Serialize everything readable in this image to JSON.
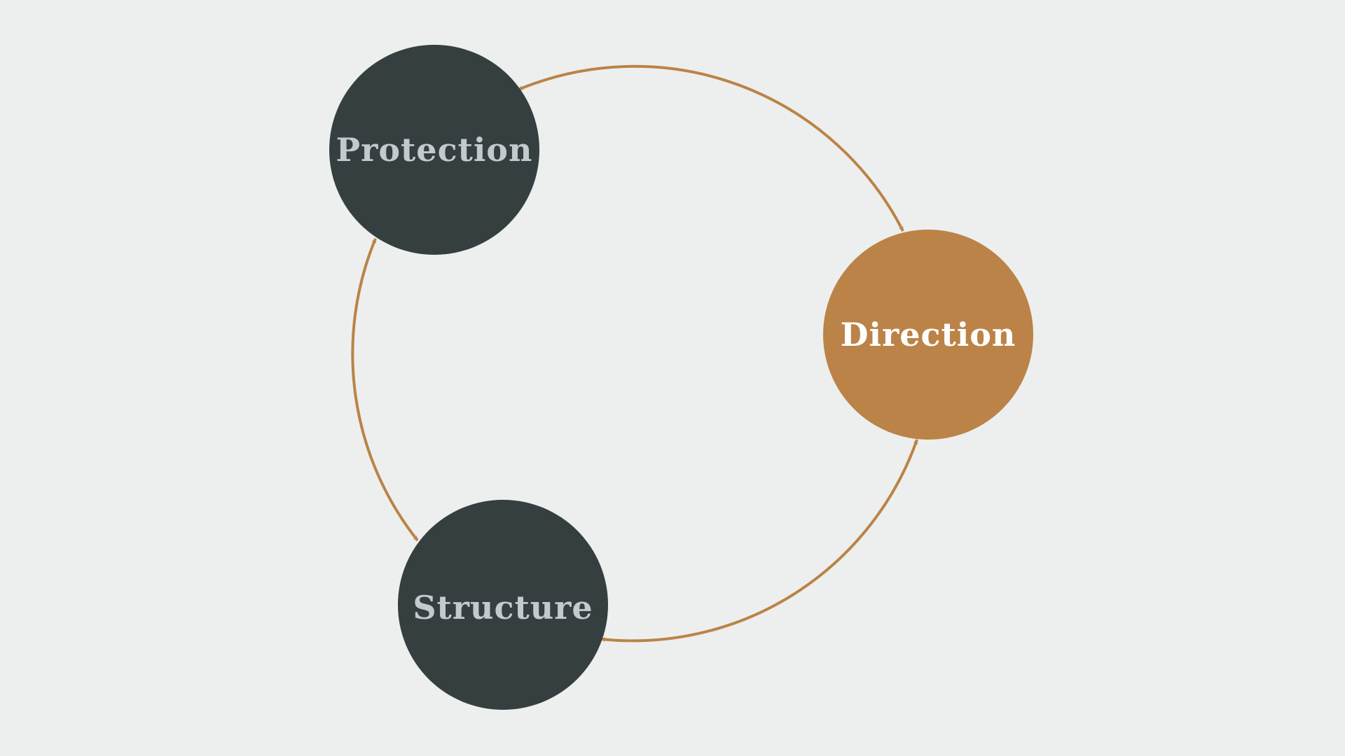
{
  "colors": {
    "background": "#ecefee",
    "dark_node": "#363f40",
    "accent_node": "#bb8347",
    "dark_label": "#c3c9cc",
    "accent_label": "#ffffff",
    "arrow": "#bb8347"
  },
  "nodes": {
    "protection": {
      "label": "Protection"
    },
    "direction": {
      "label": "Direction"
    },
    "structure": {
      "label": "Structure"
    }
  },
  "connectors": [
    {
      "from": "protection",
      "to": "direction",
      "bidirectional": true
    },
    {
      "from": "direction",
      "to": "structure",
      "bidirectional": true
    },
    {
      "from": "structure",
      "to": "protection",
      "bidirectional": true
    }
  ]
}
